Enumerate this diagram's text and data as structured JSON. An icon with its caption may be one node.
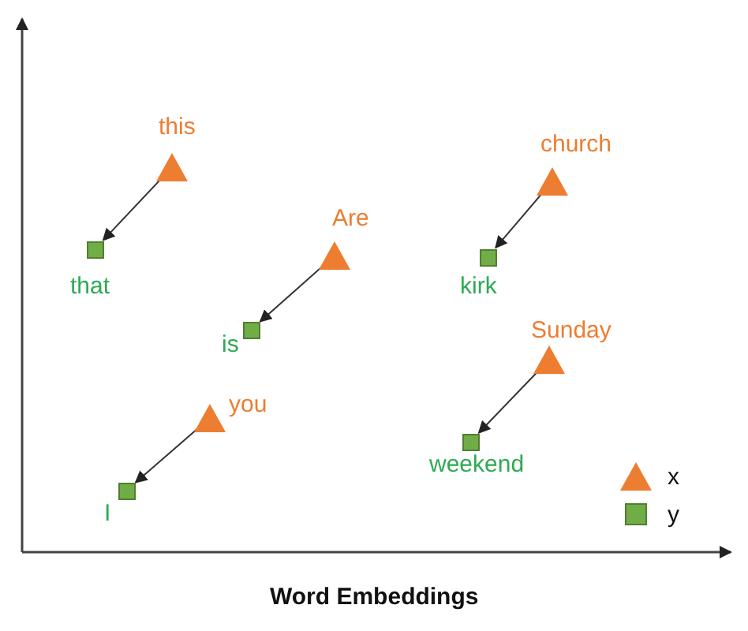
{
  "diagram": {
    "caption": "Word Embeddings",
    "nodes": [
      {
        "text": [
          "this"
        ]
      },
      {
        "text": [
          "that"
        ]
      },
      {
        "text": [
          "church"
        ]
      },
      {
        "text": [
          "Are"
        ]
      },
      {
        "text": [
          "kirk"
        ]
      },
      {
        "text": [
          "is"
        ]
      },
      {
        "text": [
          "Sunday"
        ]
      },
      {
        "text": [
          "weekend"
        ]
      },
      {
        "text": [
          "you"
        ]
      },
      {
        "text": [
          "I"
        ]
      }
    ],
    "edges": [
      {
        "from": 0,
        "to": 1,
        "arrow": "to"
      },
      {
        "from": 2,
        "to": 4,
        "arrow": "to"
      },
      {
        "from": 3,
        "to": 5,
        "arrow": "to"
      },
      {
        "from": 6,
        "to": 7,
        "arrow": "to"
      },
      {
        "from": 8,
        "to": 9,
        "arrow": "to"
      }
    ],
    "legend": [
      {
        "text": "x",
        "color": "#ed7d31"
      },
      {
        "text": "y",
        "color": "#70ad47"
      }
    ]
  }
}
